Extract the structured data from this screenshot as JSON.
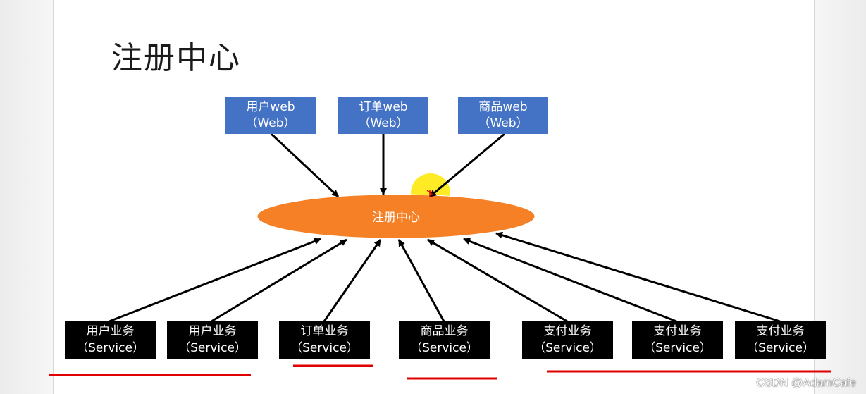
{
  "title": "注册中心",
  "center": {
    "label": "注册中心",
    "color": "#f58025"
  },
  "web_nodes": [
    {
      "line1": "用户web",
      "line2": "（Web）"
    },
    {
      "line1": "订单web",
      "line2": "（Web）"
    },
    {
      "line1": "商品web",
      "line2": "（Web）"
    }
  ],
  "service_nodes": [
    {
      "line1": "用户业务",
      "line2": "（Service）"
    },
    {
      "line1": "用户业务",
      "line2": "（Service）"
    },
    {
      "line1": "订单业务",
      "line2": "（Service）"
    },
    {
      "line1": "商品业务",
      "line2": "（Service）"
    },
    {
      "line1": "支付业务",
      "line2": "（Service）"
    },
    {
      "line1": "支付业务",
      "line2": "（Service）"
    },
    {
      "line1": "支付业务",
      "line2": "（Service）"
    }
  ],
  "colors": {
    "web_box": "#4472c4",
    "service_box": "#000000",
    "underline": "#e00000",
    "cursor_highlight": "#ffe600"
  },
  "watermark": "CSDN @AdamCafe"
}
